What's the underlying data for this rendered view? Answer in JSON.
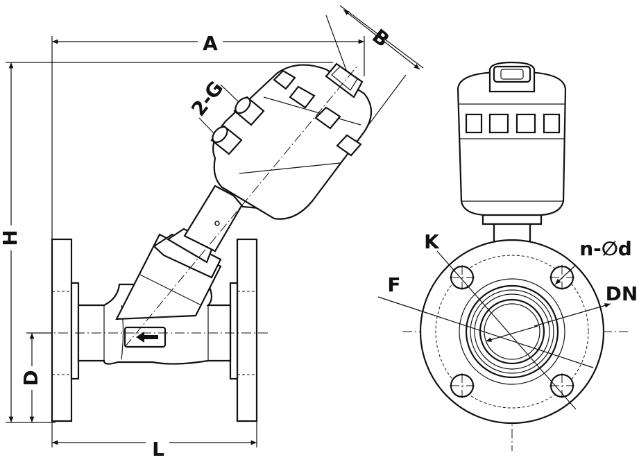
{
  "dimensions": {
    "A": "A",
    "B": "B",
    "G": "2-G",
    "H": "H",
    "D": "D",
    "L": "L",
    "K": "K",
    "F": "F",
    "n_d": "n-∅d",
    "DN": "DN"
  },
  "colors": {
    "line": "#111111",
    "background": "#ffffff"
  }
}
